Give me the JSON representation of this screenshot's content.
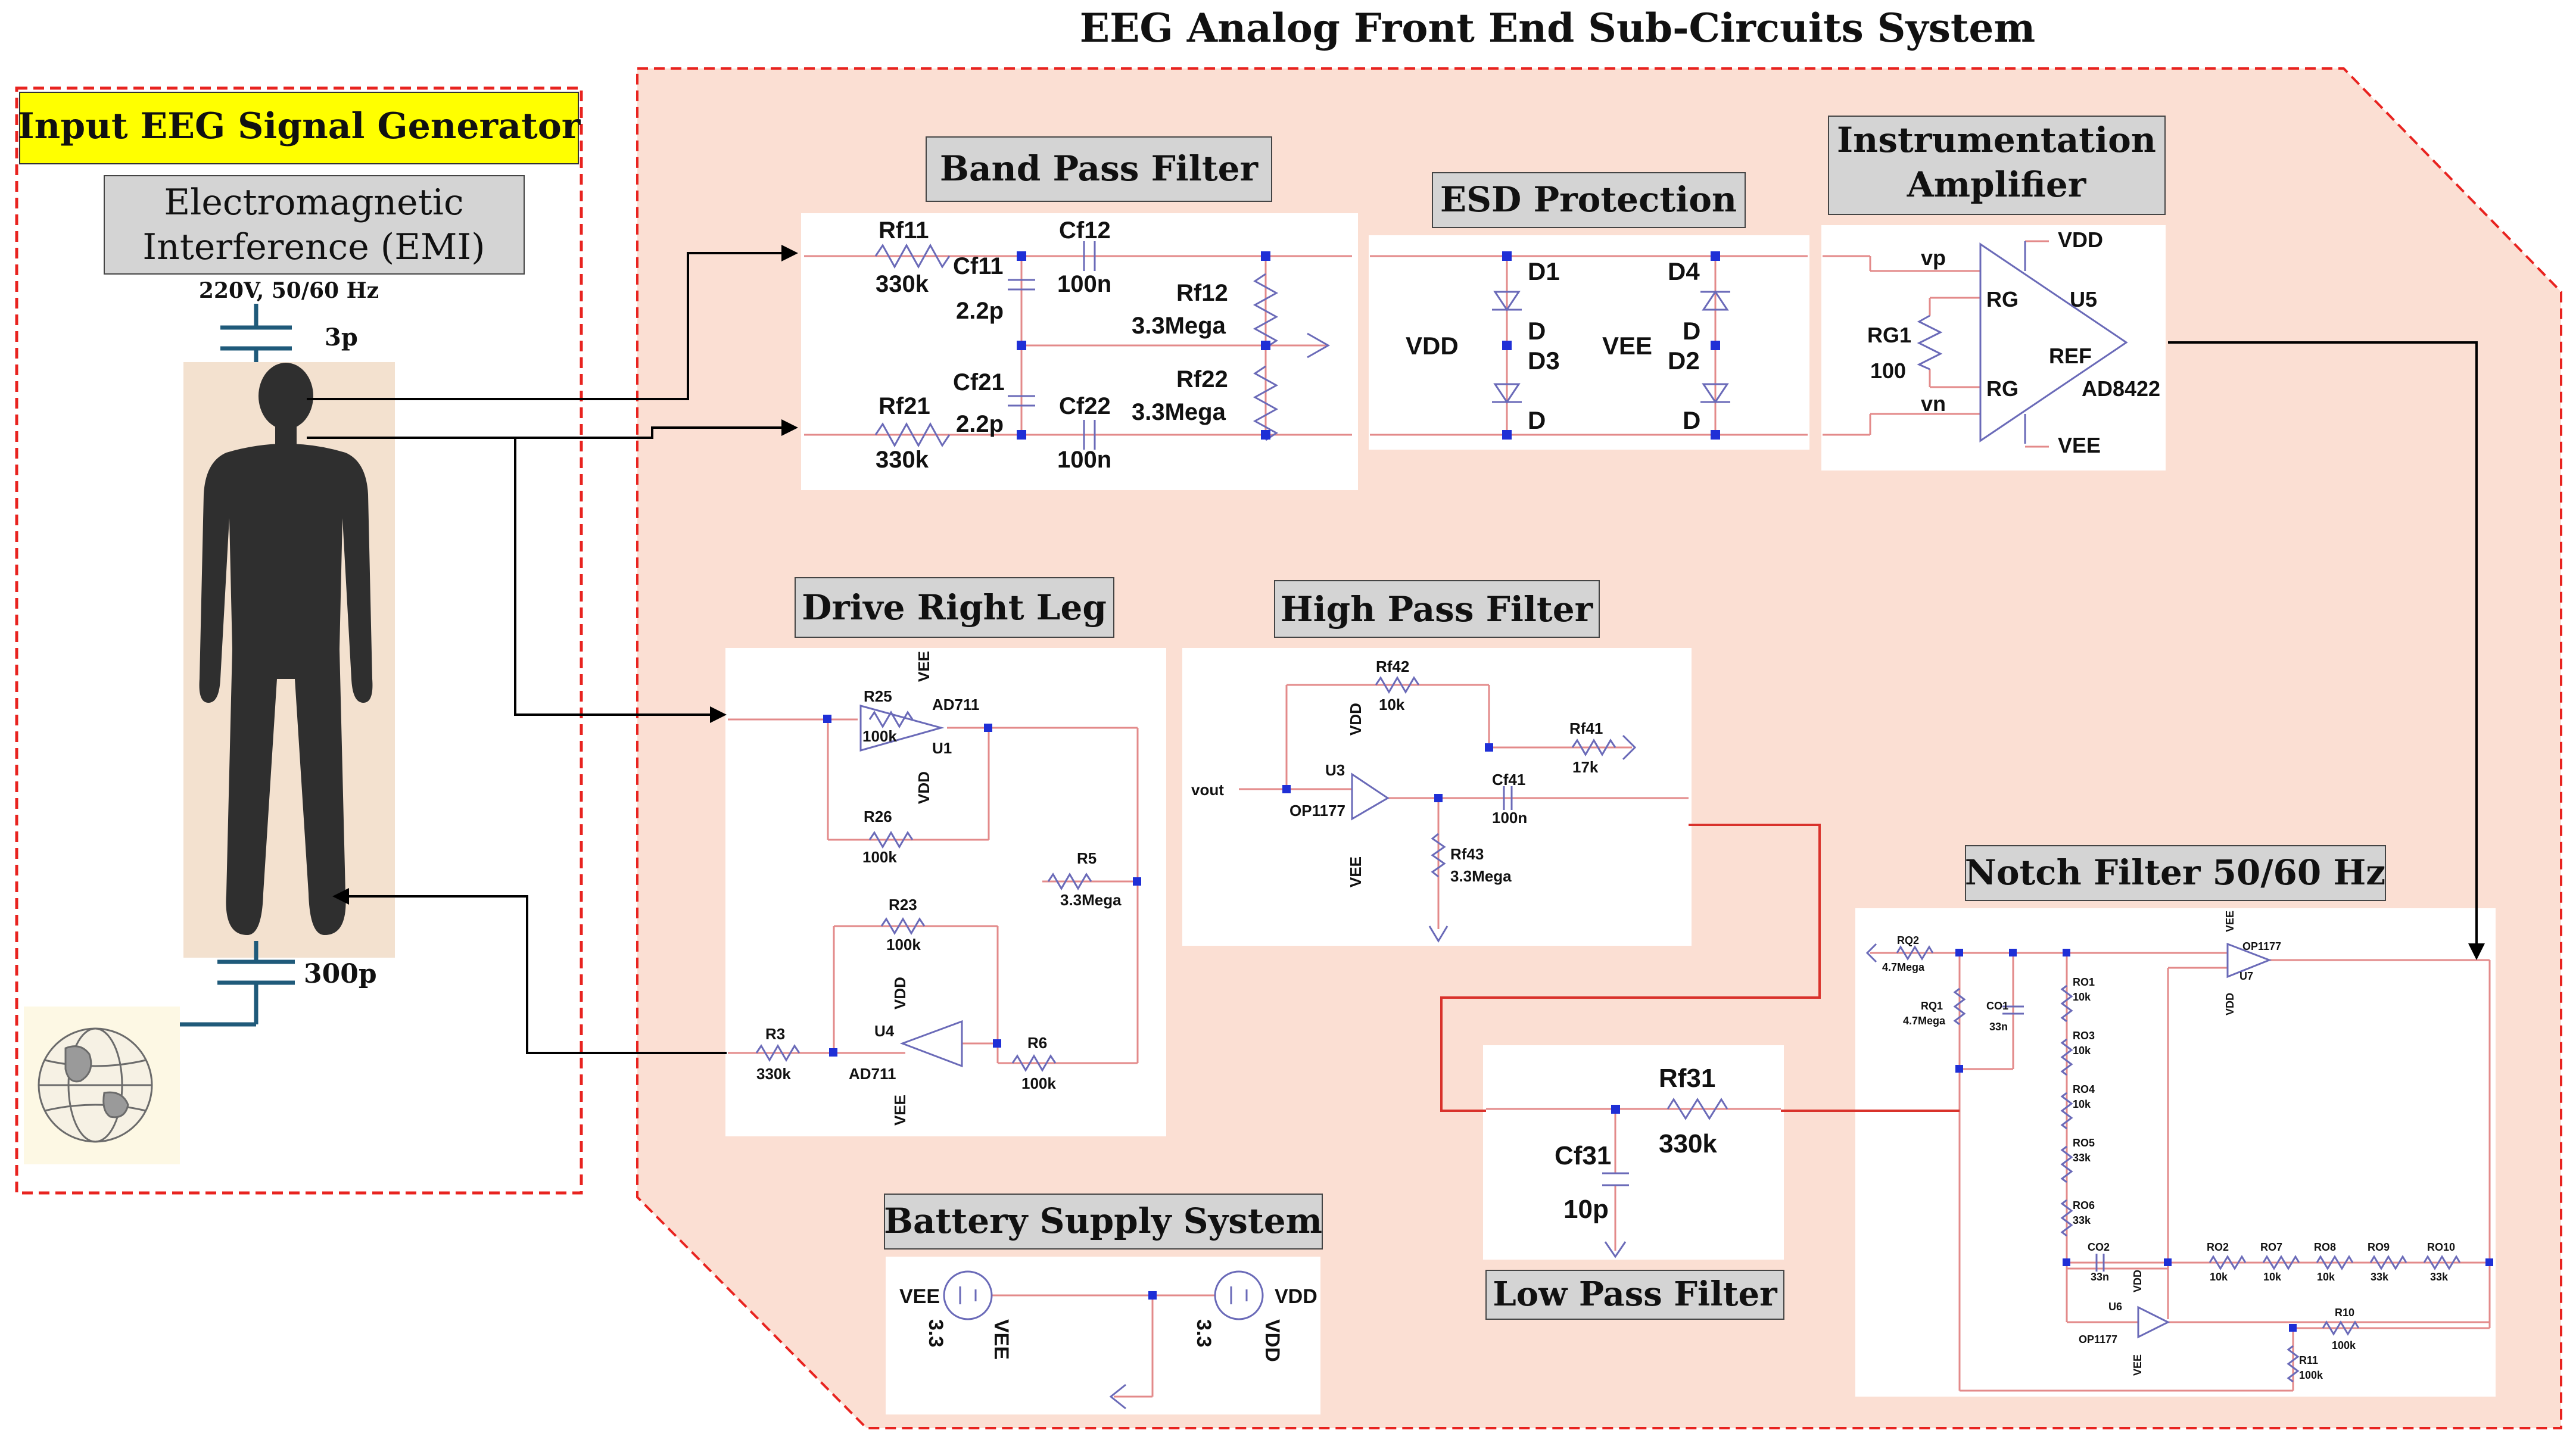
{
  "title": "EEG Analog Front End Sub-Circuits System",
  "colors": {
    "panel_fill": "#fbdfd3",
    "dashed_border": "#e8231f",
    "title_box": "#d4d4d4",
    "input_title_bg": "#ffff00",
    "wire": "#e38a8a",
    "component": "#6a6ab8",
    "node": "#1f2fd6",
    "body_bg": "#f3e1cf",
    "human": "#2f2f2f",
    "earth_bg": "#fdf8e4",
    "red_wire": "#d9322b"
  },
  "input": {
    "title": "Input EEG Signal Generator",
    "emi_label": "Electromagnetic Interference (EMI)",
    "emi_line1": "Electromagnetic",
    "emi_line2": "Interference (EMI)",
    "mains": "220V, 50/60 Hz",
    "cap_top": "3p",
    "cap_bottom": "300p",
    "human_icon": "human-body-icon",
    "earth_icon": "earth-globe-icon"
  },
  "band_pass": {
    "title": "Band Pass Filter",
    "labels": [
      "Rf11",
      "330k",
      "Cf11",
      "2.2p",
      "Cf12",
      "100n",
      "Rf12",
      "3.3Mega",
      "Cf21",
      "2.2p",
      "Rf21",
      "330k",
      "Cf22",
      "100n",
      "Rf22",
      "3.3Mega"
    ]
  },
  "esd": {
    "title": "ESD Protection",
    "labels": [
      "D1",
      "D",
      "D3",
      "D",
      "D4",
      "D",
      "D2",
      "D",
      "VDD",
      "VEE"
    ]
  },
  "inamp": {
    "title_line1": "Instrumentation",
    "title_line2": "Amplifier",
    "labels": [
      "vp",
      "vn",
      "RG1",
      "100",
      "RG",
      "RG",
      "REF",
      "U5",
      "AD8422",
      "VDD",
      "VEE"
    ]
  },
  "drl": {
    "title": "Drive Right Leg",
    "labels": [
      "R25",
      "100k",
      "AD711",
      "U1",
      "VEE",
      "VDD",
      "R26",
      "100k",
      "R5",
      "3.3Mega",
      "R23",
      "100k",
      "VDD",
      "U4",
      "AD711",
      "VEE",
      "R3",
      "330k",
      "R6",
      "100k"
    ]
  },
  "hpf": {
    "title": "High Pass Filter",
    "labels": [
      "Rf42",
      "10k",
      "VDD",
      "U3",
      "OP1177",
      "vout",
      "VEE",
      "Rf41",
      "17k",
      "Cf41",
      "100n",
      "Rf43",
      "3.3Mega"
    ]
  },
  "lpf": {
    "title": "Low Pass Filter",
    "labels": [
      "Rf31",
      "330k",
      "Cf31",
      "10p"
    ]
  },
  "notch": {
    "title": "Notch Filter 50/60 Hz",
    "labels": [
      "RQ2",
      "4.7Mega",
      "RQ1",
      "4.7Mega",
      "CO1",
      "33n",
      "RO1",
      "10k",
      "RO3",
      "10k",
      "RO4",
      "10k",
      "RO5",
      "33k",
      "RO6",
      "33k",
      "CO2",
      "33n",
      "RO2",
      "10k",
      "RO7",
      "10k",
      "RO8",
      "10k",
      "RO9",
      "33k",
      "RO10",
      "33k",
      "U6",
      "OP1177",
      "VDD",
      "VEE",
      "U7",
      "OP1177",
      "VEE",
      "VDD",
      "R10",
      "100k",
      "R11",
      "100k"
    ]
  },
  "battery": {
    "title": "Battery Supply System",
    "labels": [
      "VEE",
      "3.3",
      "VEE",
      "3.3",
      "VDD",
      "VDD"
    ]
  }
}
